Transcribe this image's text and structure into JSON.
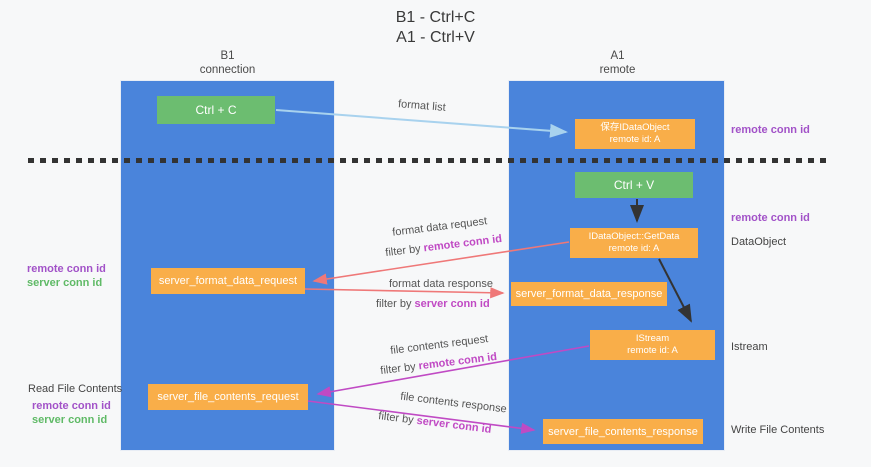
{
  "title": {
    "line1": "B1 - Ctrl+C",
    "line2": "A1 - Ctrl+V"
  },
  "columns": {
    "left": {
      "name": "B1",
      "role": "connection"
    },
    "right": {
      "name": "A1",
      "role": "remote"
    }
  },
  "boxes": {
    "ctrl_c": "Ctrl + C",
    "ctrl_v": "Ctrl + V",
    "save_idataobject": {
      "line1": "保存IDataObject",
      "line2": "remote id: A"
    },
    "getdata": {
      "line1": "IDataObject::GetData",
      "line2": "remote id: A"
    },
    "istream": {
      "line1": "IStream",
      "line2": "remote id: A"
    },
    "format_request": "server_format_data_request",
    "format_response": "server_format_data_response",
    "file_request": "server_file_contents_request",
    "file_response": "server_file_contents_response"
  },
  "labels": {
    "format_list": "format list",
    "format_data_request": "format data request",
    "format_data_response": "format data response",
    "file_contents_request": "file contents request",
    "file_contents_response": "file contents response",
    "filter_by": "filter by ",
    "remote_conn_id": "remote conn id",
    "server_conn_id": "server conn id",
    "dataobject": "DataObject",
    "istream": "Istream",
    "read_file_contents": "Read File Contents",
    "write_file_contents": "Write File Contents"
  },
  "colors": {
    "column_blue": "#4a84db",
    "box_green": "#6cbd70",
    "box_orange": "#f9ae49",
    "arrow_light_blue": "#a8d2ee",
    "arrow_salmon": "#ef7878",
    "arrow_magenta": "#c04ac4",
    "arrow_black": "#333333",
    "text_purple": "#a252c8",
    "text_green": "#5fba66",
    "dash_line": "#333333"
  }
}
